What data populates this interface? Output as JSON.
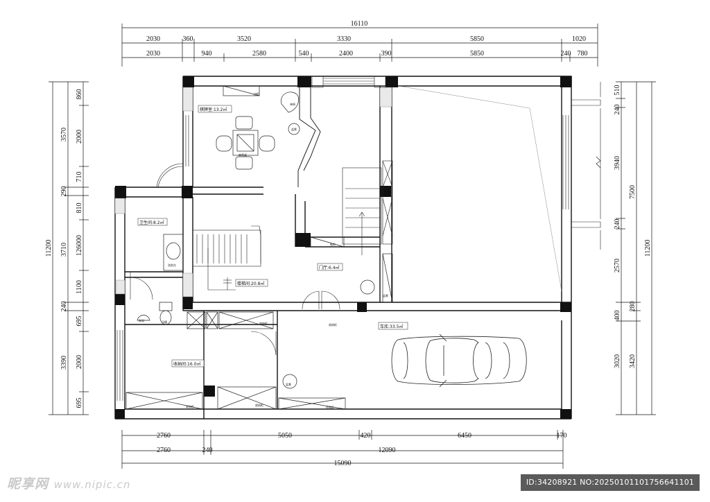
{
  "dimensions": {
    "top_total": "16110",
    "top_row1": [
      "2030",
      "360",
      "3520",
      "3330",
      "5850",
      "1020"
    ],
    "top_row2": [
      "2030",
      "940",
      "2580",
      "540",
      "2400",
      "390",
      "5850",
      "240",
      "780"
    ],
    "bottom_row1": [
      "2760",
      "5050",
      "420",
      "6450",
      "170"
    ],
    "bottom_row2": [
      "2760",
      "240",
      "12090"
    ],
    "bottom_total": "15090",
    "left_outer": [
      "3570",
      "290",
      "3710",
      "240",
      "3390"
    ],
    "left_inner": [
      "860",
      "2000",
      "710",
      "810",
      "126000",
      "1100",
      "695",
      "2000",
      "695"
    ],
    "left_total": "11200",
    "right_inner": [
      "510",
      "240",
      "3940",
      "240",
      "2570",
      "400",
      "3020"
    ],
    "right_mid": [
      "7500",
      "280",
      "3420"
    ],
    "right_total": "11200"
  },
  "rooms": {
    "chess_room": "棋牌室:13.2㎡",
    "bathroom": "卫生间:8.2㎡",
    "stairwell": "楼梯间:20.8㎡",
    "foyer": "门厅:6.4㎡",
    "garage": "车库:33.5㎡",
    "storage": "收纳间:16.0㎡"
  },
  "fixtures": {
    "cabinet_a": "边柜",
    "armchair": "单椅",
    "plant_a": "盆景",
    "mahjong_table": "麻将桌",
    "basin": "洗脸台",
    "toilet": "马桶",
    "shower": "淋浴",
    "shoe_cabinet": "鞋柜",
    "plant_b": "盆景",
    "storage_cab_1": "收纳柜",
    "storage_cab_2": "收纳柜",
    "storage_cab_3": "收纳柜",
    "storage_cab_4": "收纳柜",
    "sundry_cab": "杂物柜",
    "plant_c": "盆景"
  },
  "watermark": {
    "logo": "昵享网",
    "url": "www.nipic.cn"
  },
  "id_bar": "ID:34208921 NO:20250101101756641101"
}
